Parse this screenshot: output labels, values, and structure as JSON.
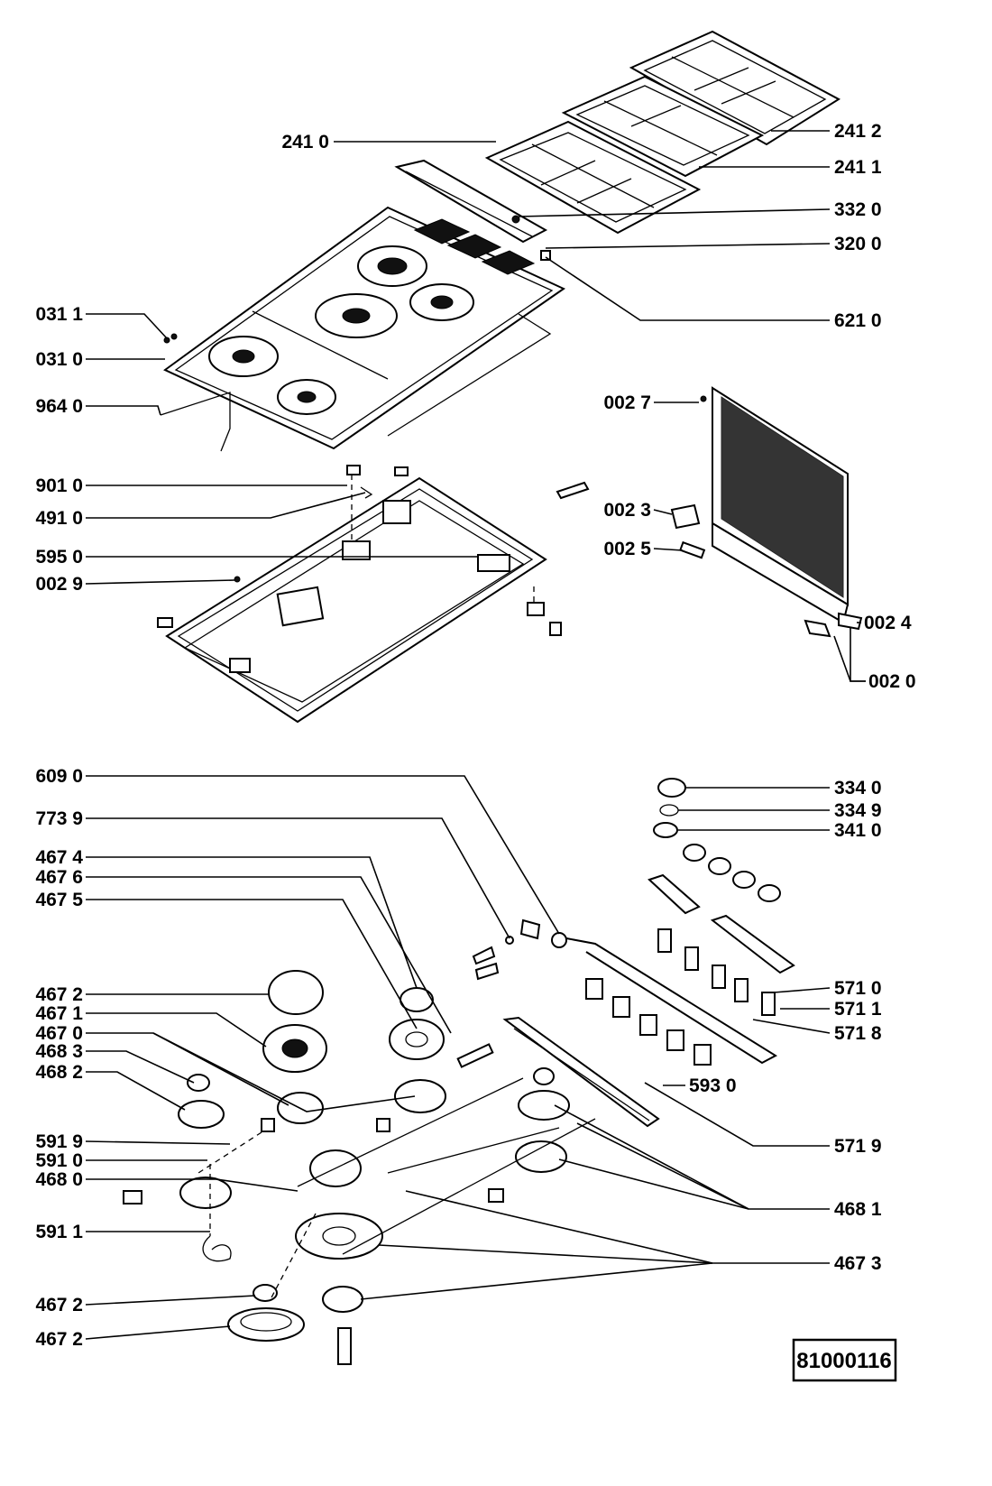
{
  "labels": {
    "p2412": "241 2",
    "p2410": "241 0",
    "p2411": "241 1",
    "p3320": "332 0",
    "p3200": "320 0",
    "p0311": "031 1",
    "p6210": "621 0",
    "p0310": "031 0",
    "p9640": "964 0",
    "p0027": "002 7",
    "p9010": "901 0",
    "p0023": "002 3",
    "p4910": "491 0",
    "p5950": "595 0",
    "p0025": "002 5",
    "p0029": "002 9",
    "p0024": "002 4",
    "p0020": "002 0",
    "p6090": "609 0",
    "p3340": "334 0",
    "p7739": "773 9",
    "p3349": "334 9",
    "p3410": "341 0",
    "p4674": "467 4",
    "p4676": "467 6",
    "p4675": "467 5",
    "p4672a": "467 2",
    "p5710": "571 0",
    "p4671": "467 1",
    "p5711": "571 1",
    "p4670": "467 0",
    "p5718": "571 8",
    "p4683": "468 3",
    "p4682": "468 2",
    "p5930": "593 0",
    "p5919": "591 9",
    "p5719": "571 9",
    "p5910": "591 0",
    "p4680": "468 0",
    "p4681": "468 1",
    "p5911": "591 1",
    "p4673": "467 3",
    "p4672b": "467 2",
    "p4672c": "467 2"
  },
  "document_number": "81000116"
}
